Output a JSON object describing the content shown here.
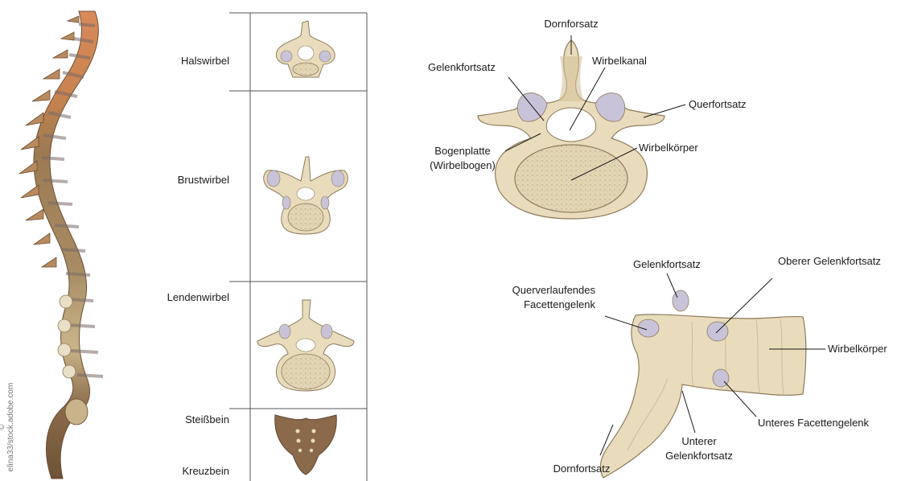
{
  "credit": "© elina33/stock.adobe.com",
  "regions": {
    "cervical": "Halswirbel",
    "thoracic": "Brustwirbel",
    "lumbar": "Lendenwirbel",
    "coccyx": "Steißbein",
    "sacrum": "Kreuzbein"
  },
  "top_vertebra": {
    "spinous_process": "Dornforsatz",
    "articular_process": "Gelenkfortsatz",
    "vertebral_canal": "Wirbelkanal",
    "transverse_process": "Querfortsatz",
    "lamina_line1": "Bogenplatte",
    "lamina_line2": "(Wirbelbogen)",
    "vertebral_body": "Wirbelkörper"
  },
  "side_vertebra": {
    "articular_process": "Gelenkfortsatz",
    "superior_articular_process": "Oberer Gelenkfortsatz",
    "transverse_facet_line1": "Querverlaufendes",
    "transverse_facet_line2": "Facettengelenk",
    "vertebral_body": "Wirbelkörper",
    "inferior_facet_joint": "Unteres Facettengelenk",
    "inferior_articular_line1": "Unterer",
    "inferior_articular_line2": "Gelenkfortsatz",
    "spinous_process": "Dornfortsatz"
  },
  "colors": {
    "bone": "#e9dcbc",
    "bone_dark": "#b9a47c",
    "cartilage": "#c9c3d9",
    "cervical_tint": "#d98a5a",
    "pelvis": "#8a6a4a"
  }
}
